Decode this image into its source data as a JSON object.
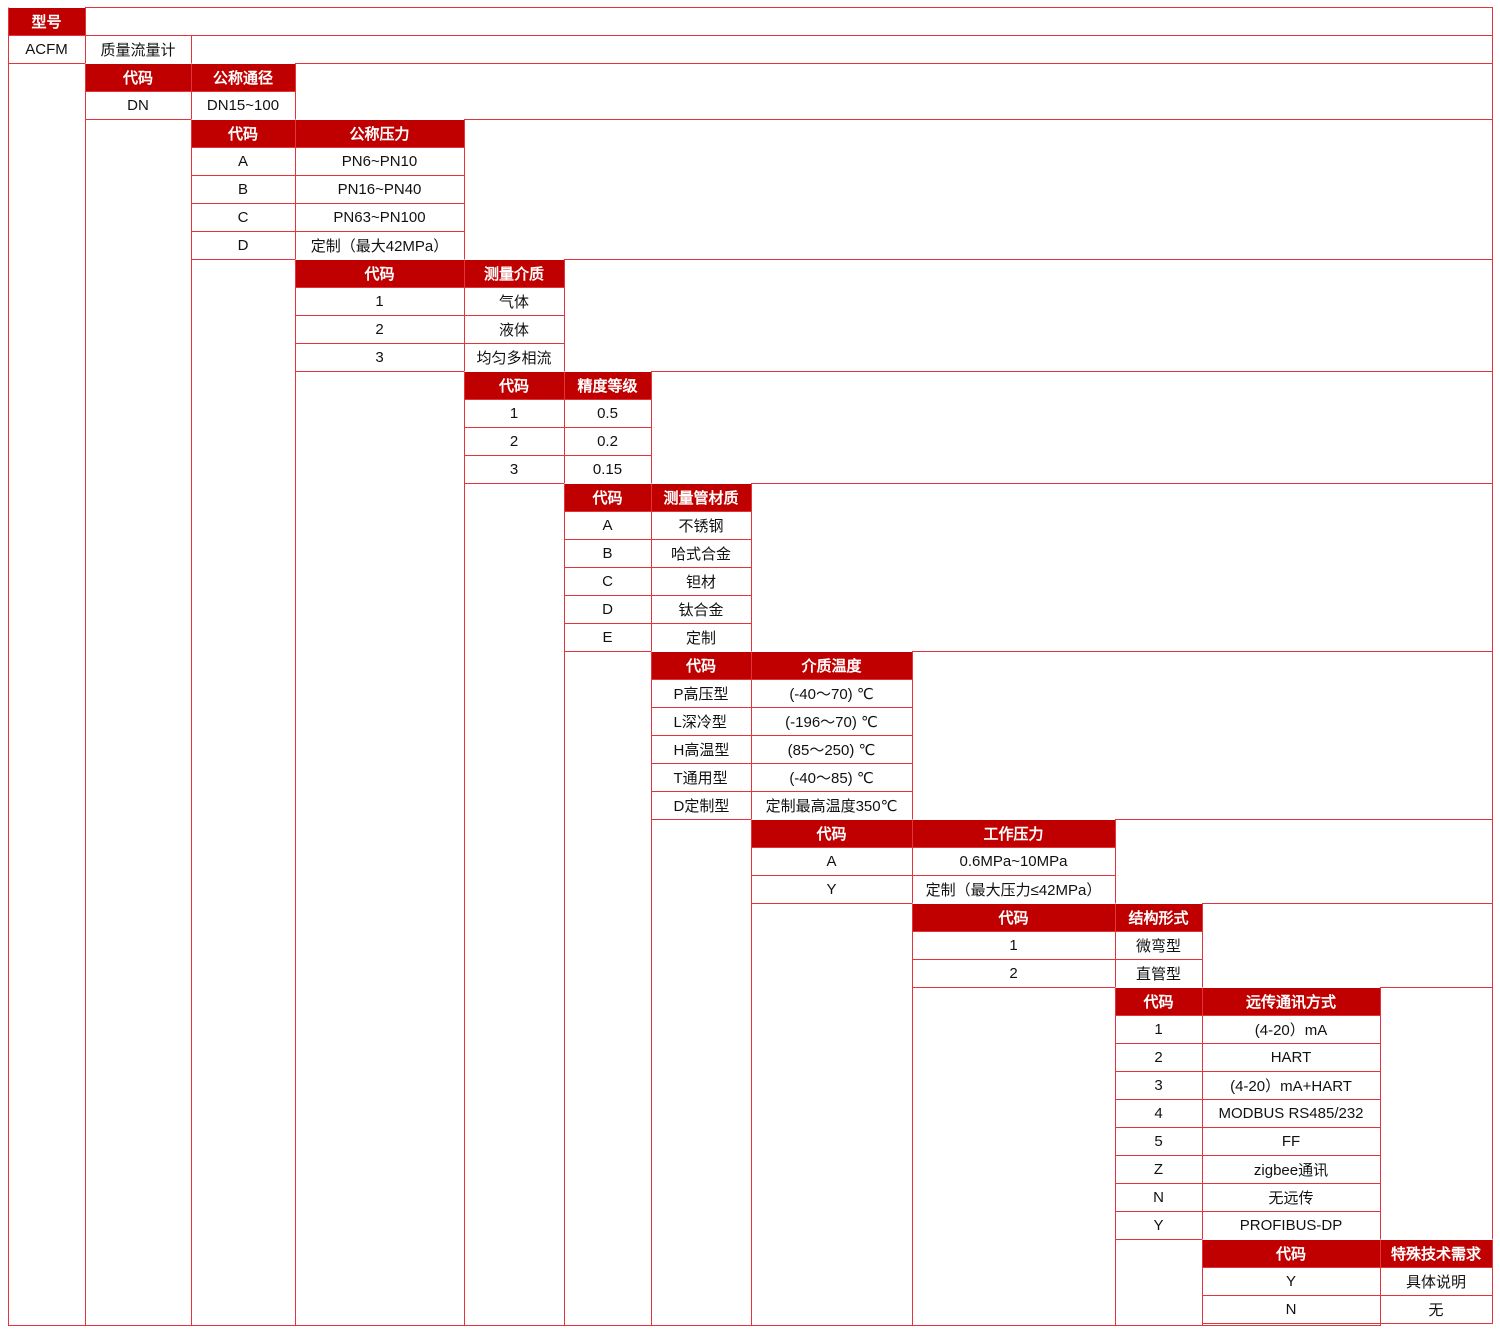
{
  "colors": {
    "header_bg": "#c00000",
    "border": "#e2343a"
  },
  "model": {
    "header": "型号",
    "code": "ACFM",
    "name": "质量流量计"
  },
  "groups": [
    {
      "code_header": "代码",
      "name_header": "公称通径",
      "rows": [
        [
          "DN",
          "DN15~100"
        ]
      ]
    },
    {
      "code_header": "代码",
      "name_header": "公称压力",
      "rows": [
        [
          "A",
          "PN6~PN10"
        ],
        [
          "B",
          "PN16~PN40"
        ],
        [
          "C",
          "PN63~PN100"
        ],
        [
          "D",
          "定制（最大42MPa）"
        ]
      ]
    },
    {
      "code_header": "代码",
      "name_header": "测量介质",
      "rows": [
        [
          "1",
          "气体"
        ],
        [
          "2",
          "液体"
        ],
        [
          "3",
          "均匀多相流"
        ]
      ]
    },
    {
      "code_header": "代码",
      "name_header": "精度等级",
      "rows": [
        [
          "1",
          "0.5"
        ],
        [
          "2",
          "0.2"
        ],
        [
          "3",
          "0.15"
        ]
      ]
    },
    {
      "code_header": "代码",
      "name_header": "测量管材质",
      "rows": [
        [
          "A",
          "不锈钢"
        ],
        [
          "B",
          "哈式合金"
        ],
        [
          "C",
          "钽材"
        ],
        [
          "D",
          "钛合金"
        ],
        [
          "E",
          "定制"
        ]
      ]
    },
    {
      "code_header": "代码",
      "name_header": "介质温度",
      "rows": [
        [
          "P高压型",
          "(-40～70) ℃"
        ],
        [
          "L深冷型",
          "(-196～70) ℃"
        ],
        [
          "H高温型",
          "(85～250) ℃"
        ],
        [
          "T通用型",
          "(-40～85) ℃"
        ],
        [
          "D定制型",
          "定制最高温度350℃"
        ]
      ]
    },
    {
      "code_header": "代码",
      "name_header": "工作压力",
      "rows": [
        [
          "A",
          "0.6MPa~10MPa"
        ],
        [
          "Y",
          "定制（最大压力≤42MPa）"
        ]
      ]
    },
    {
      "code_header": "代码",
      "name_header": "结构形式",
      "rows": [
        [
          "1",
          "微弯型"
        ],
        [
          "2",
          "直管型"
        ]
      ]
    },
    {
      "code_header": "代码",
      "name_header": "远传通讯方式",
      "rows": [
        [
          "1",
          "(4-20）mA"
        ],
        [
          "2",
          "HART"
        ],
        [
          "3",
          "(4-20）mA+HART"
        ],
        [
          "4",
          "MODBUS RS485/232"
        ],
        [
          "5",
          "FF"
        ],
        [
          "Z",
          "zigbee通讯"
        ],
        [
          "N",
          "无远传"
        ],
        [
          "Y",
          "PROFIBUS-DP"
        ]
      ]
    },
    {
      "code_header": "代码",
      "name_header": "特殊技术需求",
      "rows": [
        [
          "Y",
          "具体说明"
        ],
        [
          "N",
          "无"
        ]
      ]
    }
  ]
}
